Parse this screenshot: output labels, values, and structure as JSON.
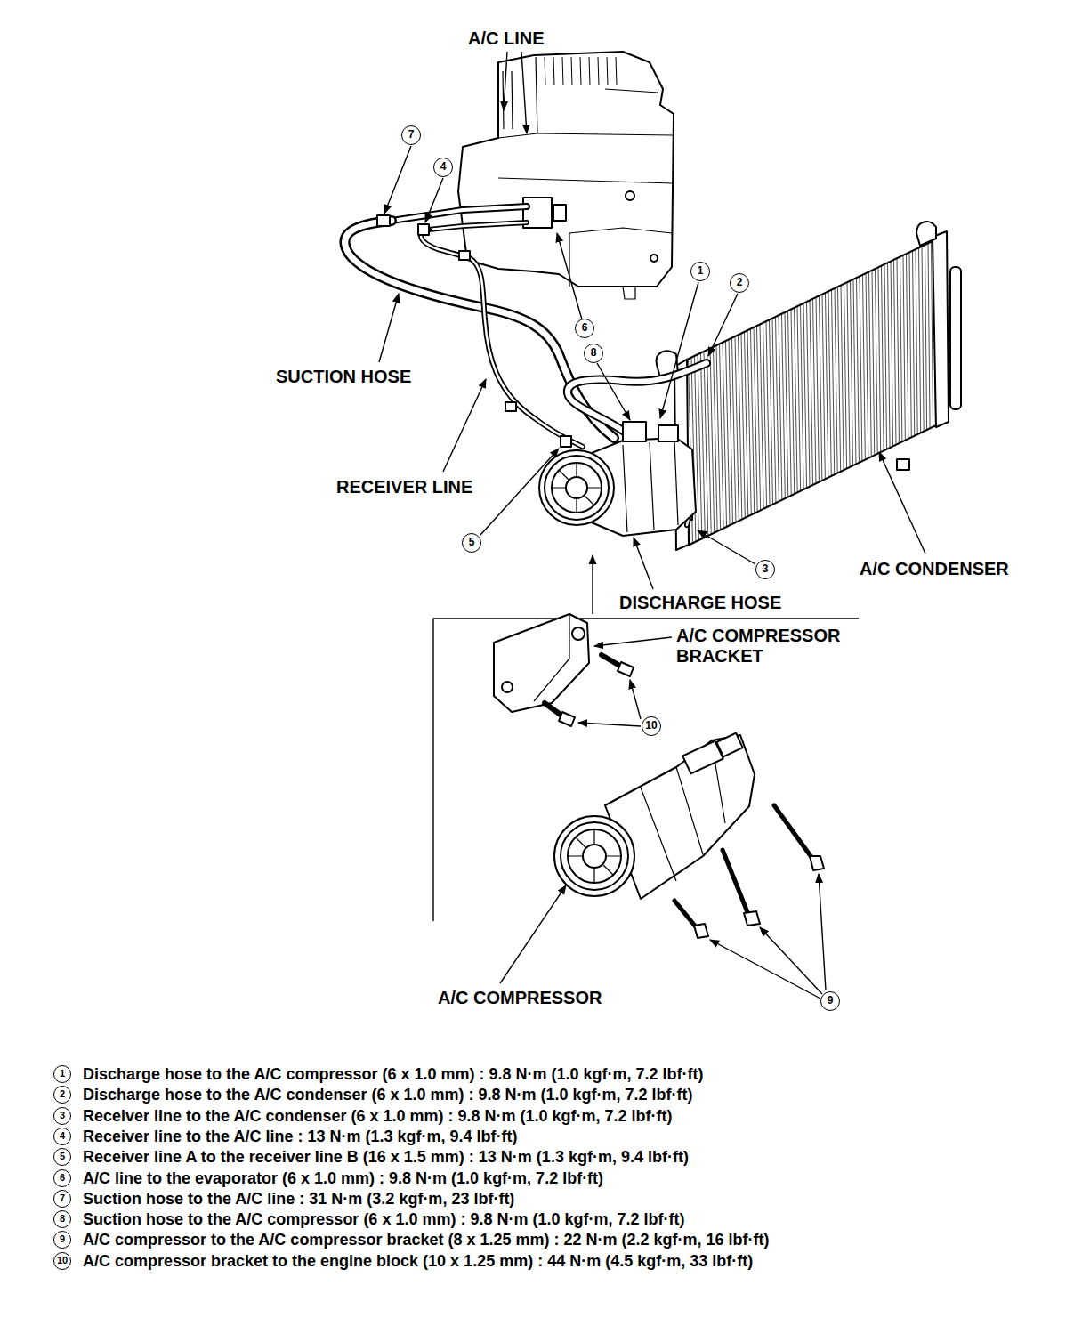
{
  "diagram": {
    "labels": [
      "A/C LINE",
      "7",
      "4",
      "1",
      "2",
      "8",
      "6",
      "SUCTION HOSE",
      "RECEIVER LINE",
      "5",
      "3",
      "A/C CONDENSER",
      "DISCHARGE HOSE",
      "A/C COMPRESSOR BRACKET",
      "10",
      "9",
      "A/C COMPRESSOR",
      "1",
      "Discharge hose to the A/C compressor (6 x 1.0 mm) : 9.8 N·m (1.0 kgf·m, 7.2 lbf·ft)",
      "2",
      "Discharge hose to the A/C condenser (6 x 1.0 mm) : 9.8 N·m (1.0 kgf·m, 7.2 lbf·ft)",
      "3",
      "Receiver line to the A/C condenser (6 x 1.0 mm) : 9.8 N·m (1.0 kgf·m, 7.2 lbf·ft)",
      "4",
      "Receiver line to the A/C line : 13 N·m (1.3 kgf·m, 9.4 lbf·ft)",
      "5",
      "Receiver line A to the receiver line B (16 x 1.5 mm) : 13 N·m (1.3 kgf·m, 9.4 lbf·ft)",
      "6",
      "A/C line to the evaporator (6 x 1.0 mm) : 9.8 N·m (1.0 kgf·m, 7.2 lbf·ft)",
      "7",
      "Suction hose to the A/C line : 31 N·m (3.2 kgf·m, 23 lbf·ft)",
      "8",
      "Suction hose to the A/C compressor (6 x 1.0 mm) : 9.8 N·m (1.0 kgf·m, 7.2 lbf·ft)",
      "9",
      "A/C compressor to the A/C compressor bracket (8 x 1.25 mm) : 22 N·m (2.2 kgf·m, 16 lbf·ft)",
      "10",
      "A/C compressor bracket to the engine block (10 x 1.25 mm) : 44 N·m (4.5 kgf·m, 33 lbf·ft)"
    ]
  }
}
